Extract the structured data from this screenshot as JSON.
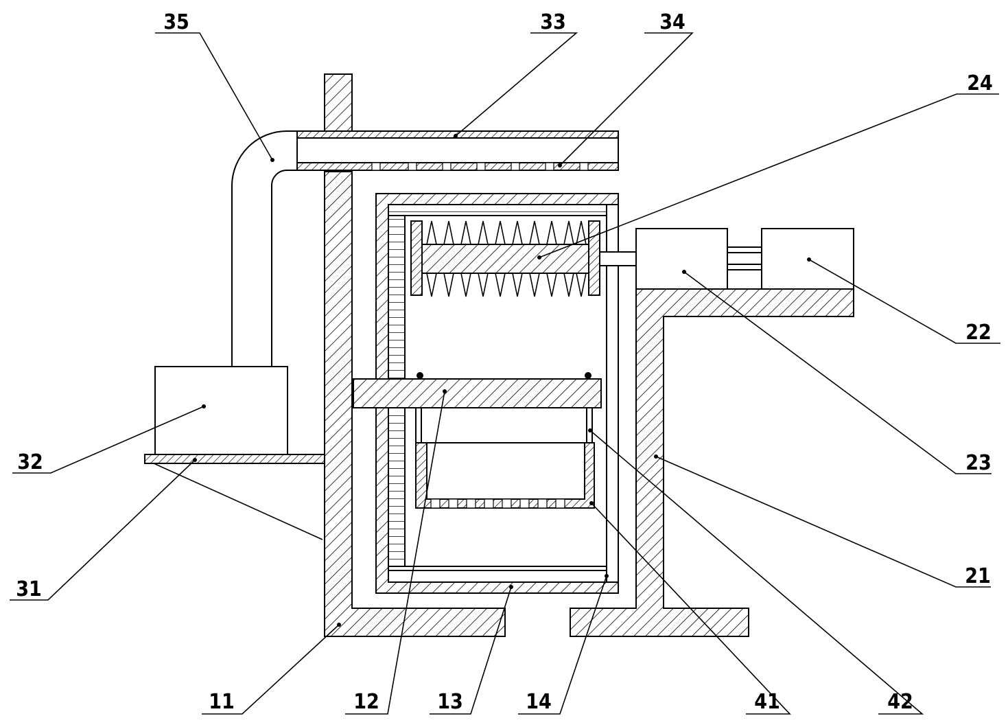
{
  "labels": {
    "l11": "11",
    "l12": "12",
    "l13": "13",
    "l14": "14",
    "l21": "21",
    "l22": "22",
    "l23": "23",
    "l24": "24",
    "l31": "31",
    "l32": "32",
    "l33": "33",
    "l34": "34",
    "l35": "35",
    "l41": "41",
    "l42": "42"
  },
  "colors": {
    "line": "#000000",
    "background": "#ffffff"
  }
}
